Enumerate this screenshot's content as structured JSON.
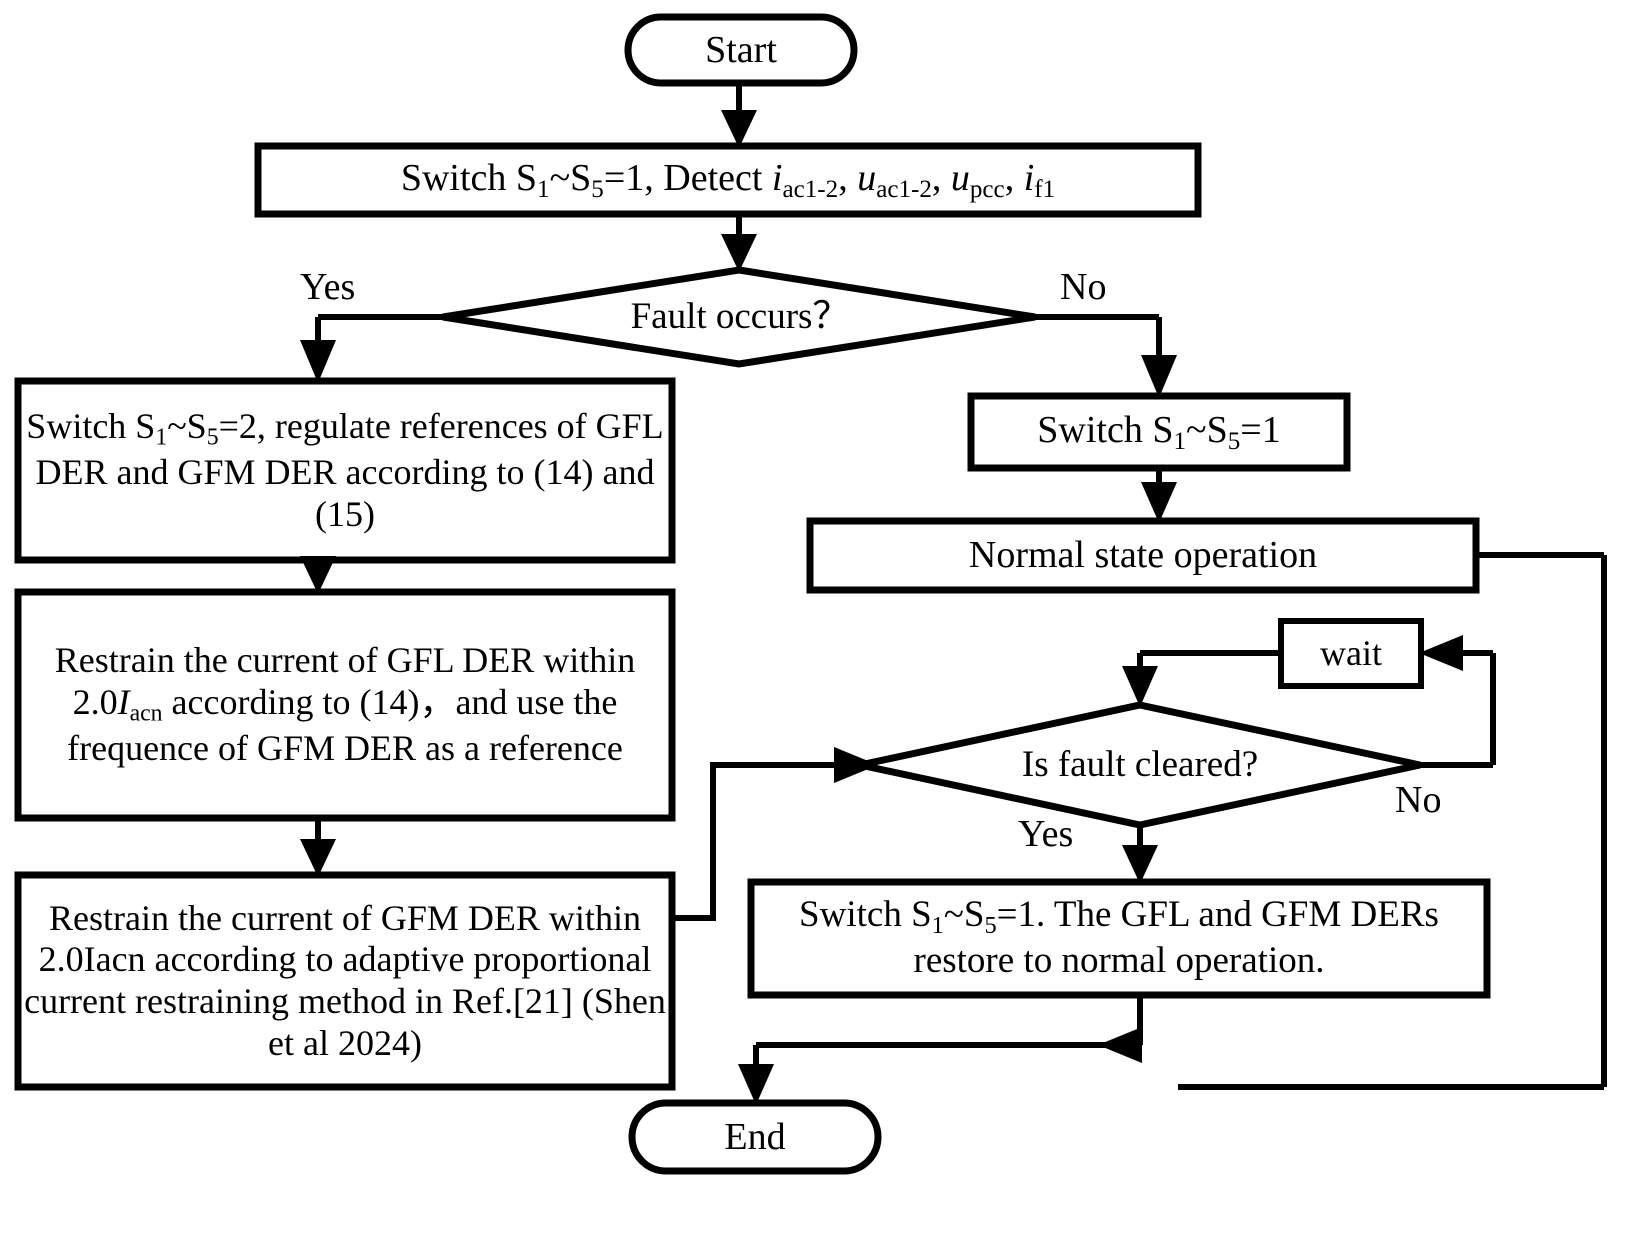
{
  "diagram": {
    "title": "Fault ride-through control flowchart",
    "background": "#ffffff",
    "line_color": "#000000",
    "nodes": {
      "start": {
        "id": "start",
        "type": "terminator",
        "label": "Start"
      },
      "init": {
        "id": "init",
        "type": "process",
        "label": "Switch S1~S5=1, Detect iac1-2, uac1-2, upcc, if1",
        "label_html": "Switch S<sub>1</sub>~S<sub>5</sub>=1, Detect <i>i</i><sub>ac1-2</sub>, <i>u</i><sub>ac1-2</sub>, <i>u</i><sub>pcc</sub>, <i>i</i><sub>f1</sub>"
      },
      "fault_decision": {
        "id": "fault_decision",
        "type": "decision",
        "label": "Fault occurs？"
      },
      "left1": {
        "id": "left1",
        "type": "process",
        "label": "Switch S1~S5=2, regulate references of GFL DER and GFM DER according to (14) and (15)",
        "label_html": "Switch S<sub>1</sub>~S<sub>5</sub>=2, regulate references of GFL DER and GFM DER according to (14) and (15)"
      },
      "left2": {
        "id": "left2",
        "type": "process",
        "label": "Restrain the current of GFL DER within 2.0Iacn according to (14)，and use the frequence of GFM DER as a reference",
        "label_html": "Restrain the current of GFL DER within 2.0<i>I</i><sub>acn</sub> according to (14)，and use the frequence of GFM DER as a reference"
      },
      "left3": {
        "id": "left3",
        "type": "process",
        "label": "Restrain the current of GFM DER within 2.0Iacn according to adaptive proportional current restraining method in Ref.[21] (Shen et al 2024)",
        "label_html": "Restrain the current of GFM DER within 2.0Iacn according to adaptive proportional current restraining method in Ref.[21] (Shen et al 2024)"
      },
      "right1": {
        "id": "right1",
        "type": "process",
        "label": "Switch S1~S5=1",
        "label_html": "Switch S<sub>1</sub>~S<sub>5</sub>=1"
      },
      "normal": {
        "id": "normal",
        "type": "process",
        "label": "Normal state operation"
      },
      "wait": {
        "id": "wait",
        "type": "process",
        "label": "wait"
      },
      "cleared_decision": {
        "id": "cleared_decision",
        "type": "decision",
        "label": "Is fault cleared?"
      },
      "restore": {
        "id": "restore",
        "type": "process",
        "label": "Switch S1~S5=1. The GFL and GFM DERs restore to normal operation.",
        "label_html": "Switch S<sub>1</sub>~S<sub>5</sub>=1. The GFL and GFM DERs restore to normal operation."
      },
      "end": {
        "id": "end",
        "type": "terminator",
        "label": "End"
      }
    },
    "edge_labels": {
      "fault_yes": "Yes",
      "fault_no": "No",
      "cleared_yes": "Yes",
      "cleared_no": "No"
    },
    "edges": [
      {
        "from": "start",
        "to": "init",
        "label": ""
      },
      {
        "from": "init",
        "to": "fault_decision",
        "label": ""
      },
      {
        "from": "fault_decision",
        "to": "left1",
        "label": "Yes"
      },
      {
        "from": "fault_decision",
        "to": "right1",
        "label": "No"
      },
      {
        "from": "left1",
        "to": "left2",
        "label": ""
      },
      {
        "from": "left2",
        "to": "left3",
        "label": ""
      },
      {
        "from": "left3",
        "to": "cleared_decision",
        "label": ""
      },
      {
        "from": "right1",
        "to": "normal",
        "label": ""
      },
      {
        "from": "normal",
        "to": "end",
        "label": ""
      },
      {
        "from": "wait",
        "to": "cleared_decision",
        "label": ""
      },
      {
        "from": "cleared_decision",
        "to": "restore",
        "label": "Yes"
      },
      {
        "from": "cleared_decision",
        "to": "wait",
        "label": "No"
      },
      {
        "from": "restore",
        "to": "end",
        "label": ""
      }
    ]
  }
}
